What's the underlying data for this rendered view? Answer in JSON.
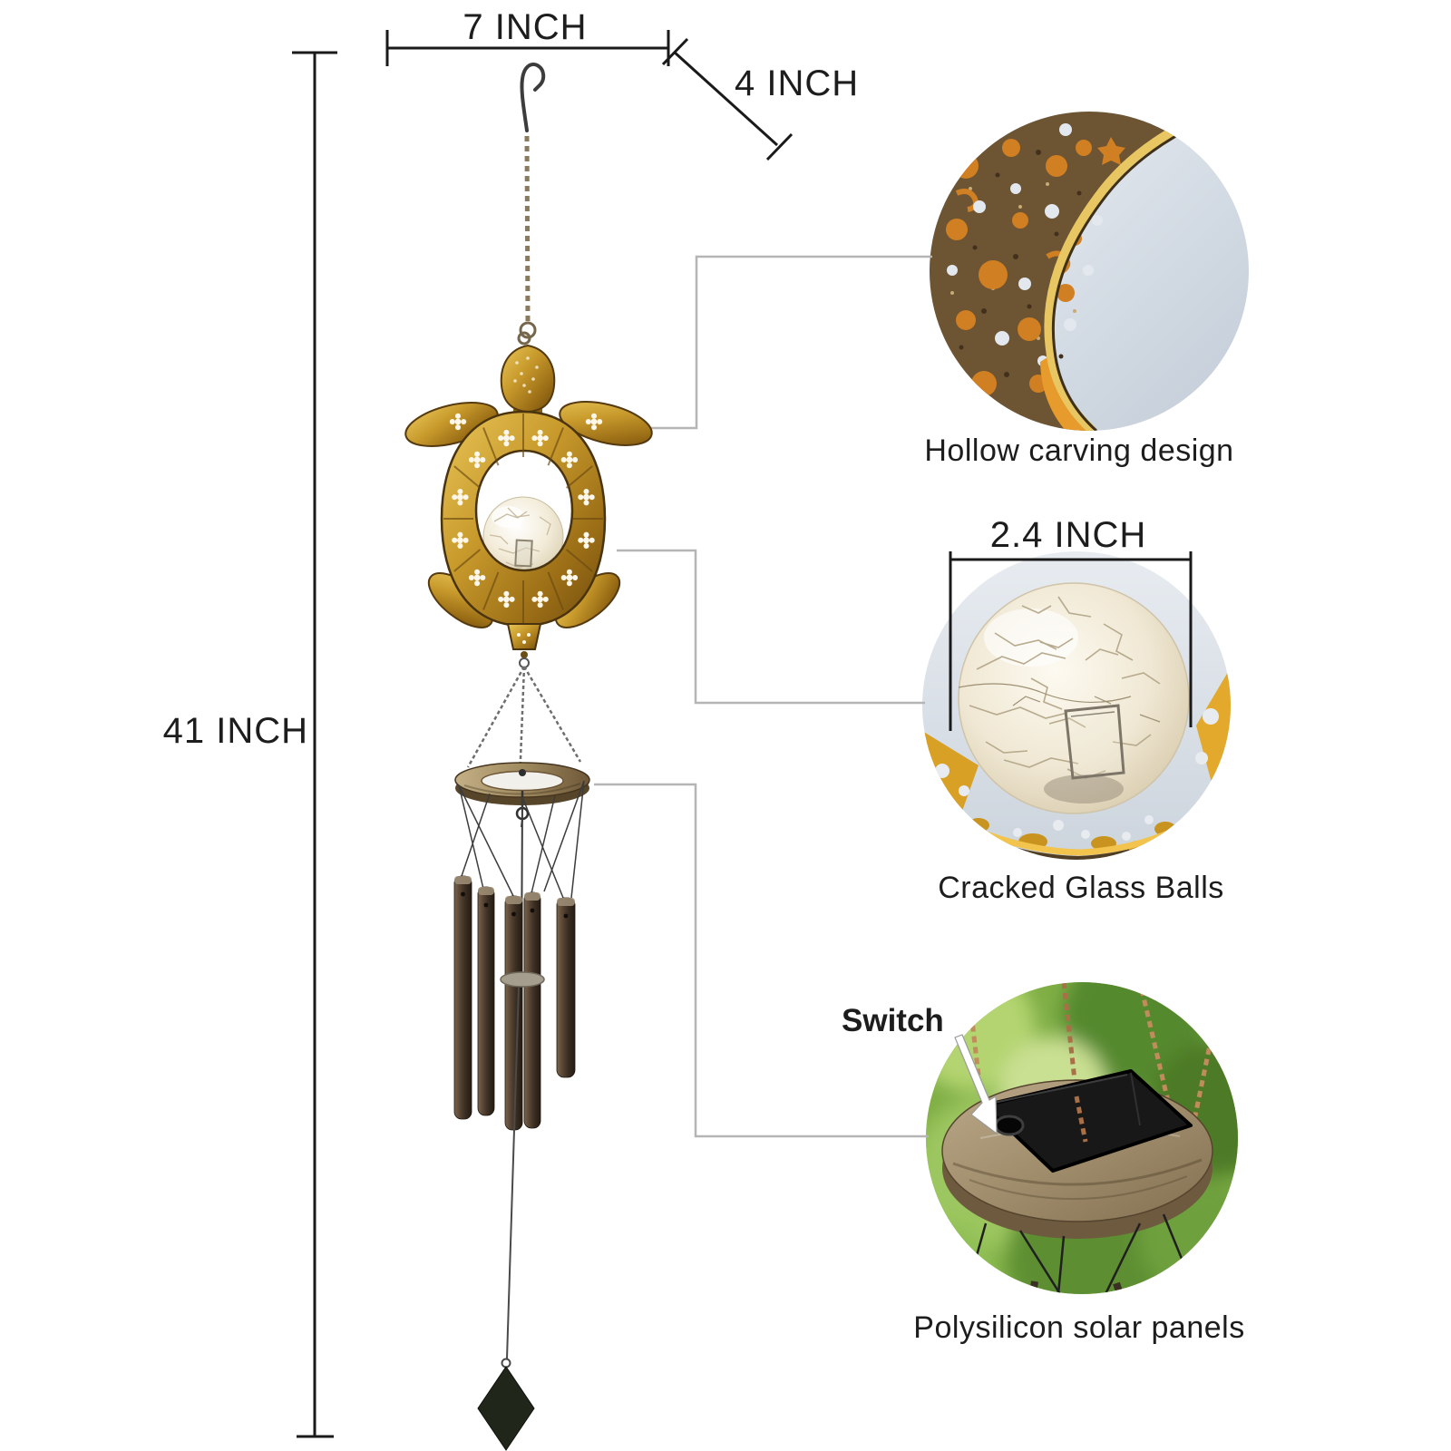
{
  "measurements": {
    "width": {
      "label": "7 INCH"
    },
    "hook_drop": {
      "label": "4 INCH"
    },
    "total_height": {
      "label": "41 INCH"
    },
    "ball_diameter": {
      "label": "2.4 INCH"
    }
  },
  "callouts": {
    "carving": {
      "caption": "Hollow carving design"
    },
    "glass": {
      "caption": "Cracked Glass Balls"
    },
    "solar": {
      "caption": "Polysilicon solar panels",
      "switch_label": "Switch"
    }
  },
  "colors": {
    "text": "#1d1d1d",
    "measure_line": "#1a1a1a",
    "connector_line": "#b5b5b5",
    "turtle_gold": "#c89a2c",
    "bronze_ring": "#a08a60",
    "orange_glow": "#d07f22",
    "glass_ball": "#f0e8d4",
    "foliage_green": "#7fae45",
    "solar_panel": "#181818"
  }
}
